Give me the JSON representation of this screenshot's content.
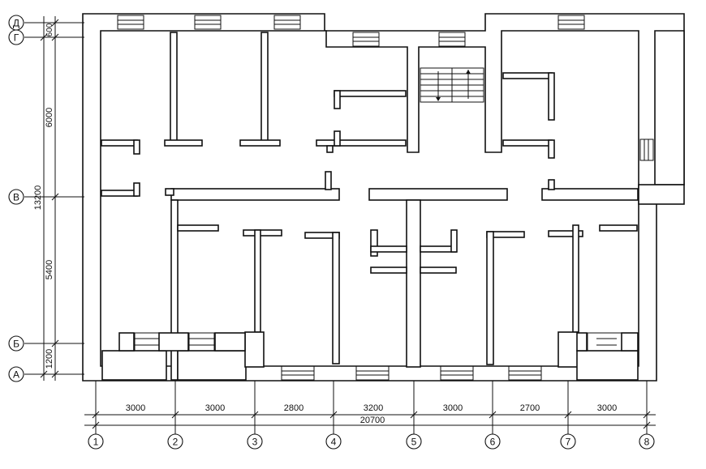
{
  "axes_horizontal": [
    "1",
    "2",
    "3",
    "4",
    "5",
    "6",
    "7",
    "8"
  ],
  "axes_vertical": [
    "Д",
    "Г",
    "В",
    "Б",
    "А"
  ],
  "dims_horizontal": [
    "3000",
    "3000",
    "2800",
    "3200",
    "3000",
    "2700",
    "3000"
  ],
  "dim_total_horizontal": "20700",
  "dims_vertical": [
    "600",
    "6000",
    "5400",
    "1200"
  ],
  "dim_total_vertical": "13200"
}
